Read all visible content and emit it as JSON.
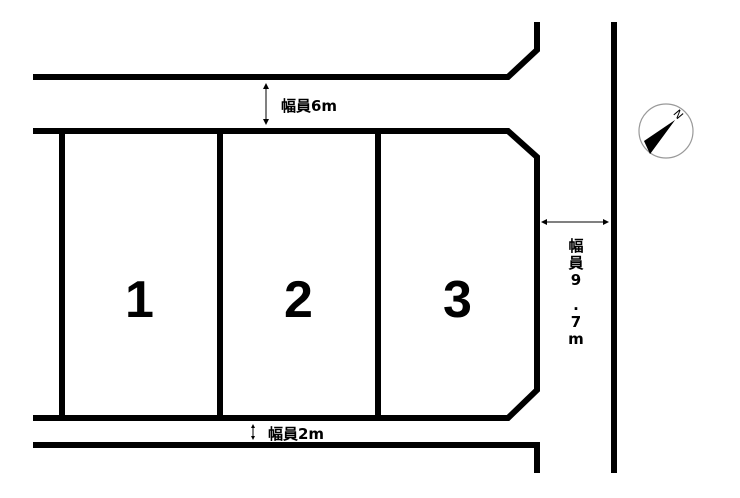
{
  "plan": {
    "colors": {
      "line": "#000000",
      "background": "#ffffff",
      "compass_ring": "#999999"
    },
    "roads": {
      "north": {
        "label": "幅員6m"
      },
      "south": {
        "label": "幅員2m"
      },
      "east": {
        "label_chars": [
          "幅",
          "員",
          "9",
          ".",
          "7",
          "m"
        ],
        "label": "幅員9.7m"
      }
    },
    "lots": [
      {
        "number": "1"
      },
      {
        "number": "2"
      },
      {
        "number": "3"
      }
    ],
    "compass": {
      "direction_label": "N",
      "icon": "north-arrow-icon"
    }
  }
}
